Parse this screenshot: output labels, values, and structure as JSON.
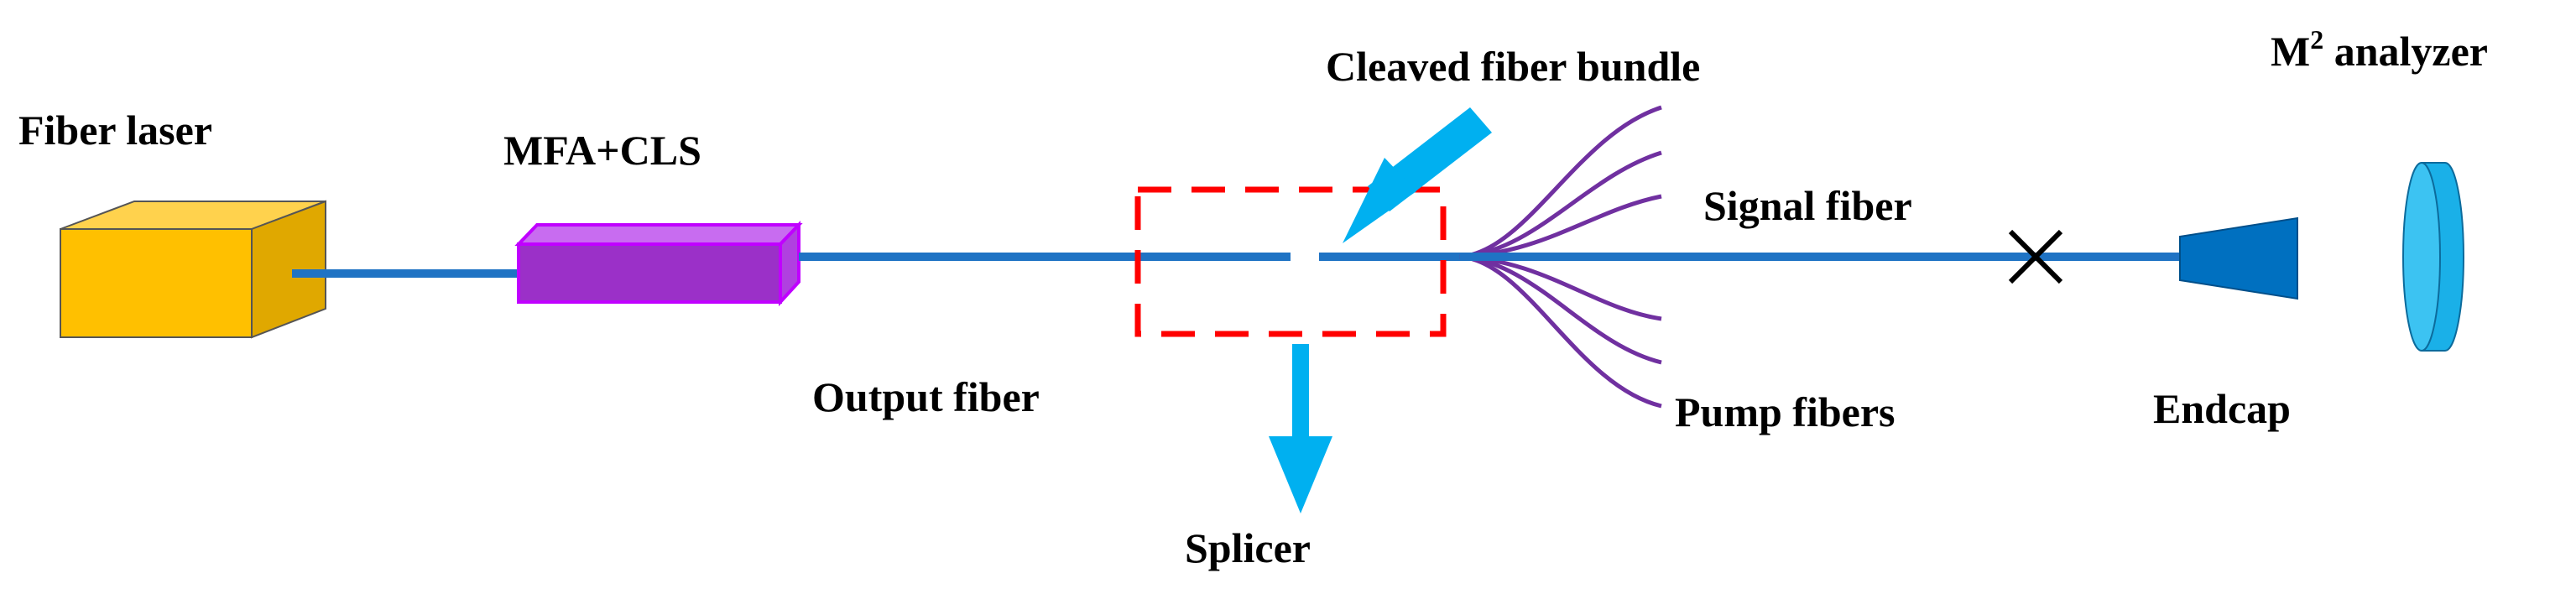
{
  "labels": {
    "fiber_laser": "Fiber laser",
    "mfa_cls": "MFA+CLS",
    "cleaved_fiber_bundle": "Cleaved fiber bundle",
    "output_fiber": "Output fiber",
    "splicer": "Splicer",
    "signal_fiber": "Signal fiber",
    "pump_fibers": "Pump fibers",
    "endcap": "Endcap",
    "m2_analyzer_base": "M",
    "m2_analyzer_sup": "2",
    "m2_analyzer_rest": " analyzer"
  },
  "colors": {
    "fiber": "#1f73c4",
    "laser_box_front": "#ffc000",
    "laser_box_top": "#ffd24d",
    "laser_box_side": "#e0a800",
    "mfa_box": "#9b30c8",
    "mfa_edge": "#c000ff",
    "pump_fiber": "#7030a0",
    "dashed_box": "#ff0000",
    "arrow": "#00b0f0",
    "endcap": "#0070c0",
    "analyzer": "#1ab0e8",
    "cross": "#000000"
  }
}
